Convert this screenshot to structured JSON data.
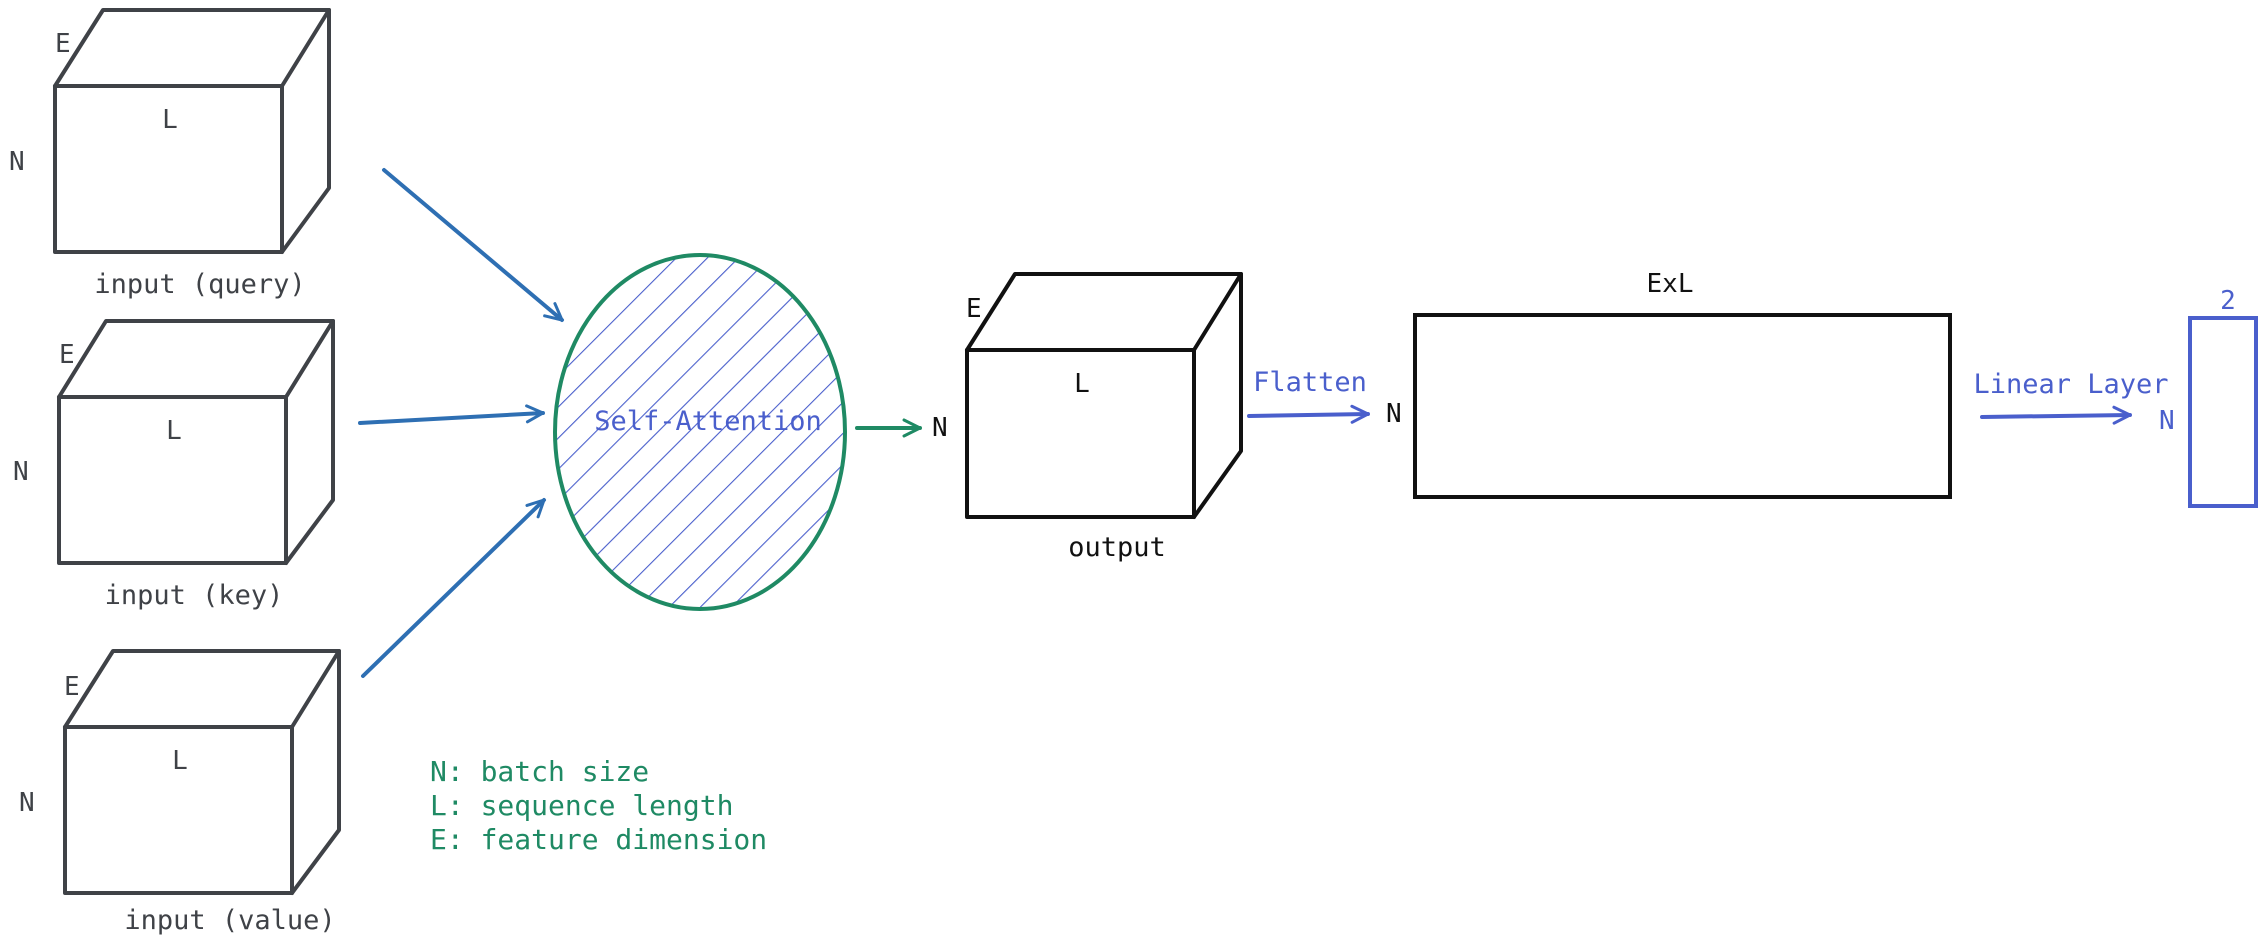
{
  "colors": {
    "stroke_dark": "#3f4247",
    "stroke_black": "#111111",
    "arrow_blue": "#2e6fb3",
    "accent_blue": "#4a5fcc",
    "accent_green": "#1f8a64"
  },
  "inputs": [
    {
      "e": "E",
      "l": "L",
      "n": "N",
      "caption": "input (query)"
    },
    {
      "e": "E",
      "l": "L",
      "n": "N",
      "caption": "input (key)"
    },
    {
      "e": "E",
      "l": "L",
      "n": "N",
      "caption": "input (value)"
    }
  ],
  "attention": {
    "label": "Self-Attention"
  },
  "output": {
    "e": "E",
    "l": "L",
    "n": "N",
    "caption": "output"
  },
  "flatten": {
    "label": "Flatten",
    "n": "N",
    "top": "ExL"
  },
  "linear": {
    "label": "Linear Layer",
    "n": "N",
    "top": "2"
  },
  "legend": {
    "lines": [
      "N: batch size",
      "L: sequence length",
      "E: feature dimension"
    ]
  }
}
